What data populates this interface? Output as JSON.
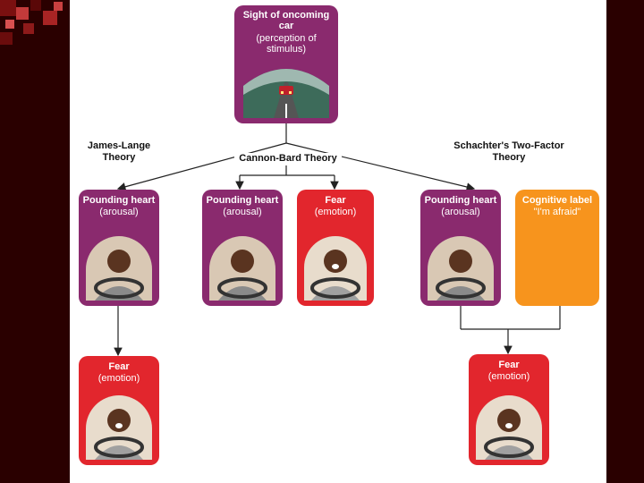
{
  "stimulus": {
    "title": "Sight of oncoming car",
    "subtitle": "(perception of stimulus)"
  },
  "theories": {
    "james_lange": "James-Lange Theory",
    "cannon_bard": "Cannon-Bard Theory",
    "schachter": "Schachter's Two-Factor Theory"
  },
  "boxes": {
    "jl_arousal": {
      "title": "Pounding heart",
      "sub": "(arousal)"
    },
    "cb_arousal": {
      "title": "Pounding heart",
      "sub": "(arousal)"
    },
    "cb_fear": {
      "title": "Fear",
      "sub": "(emotion)"
    },
    "sc_arousal": {
      "title": "Pounding heart",
      "sub": "(arousal)"
    },
    "sc_label": {
      "title": "Cognitive label",
      "sub": "\"I'm afraid\""
    },
    "jl_fear": {
      "title": "Fear",
      "sub": "(emotion)"
    },
    "sc_fear": {
      "title": "Fear",
      "sub": "(emotion)"
    }
  },
  "colors": {
    "arousal": "#8a2a6e",
    "emotion": "#e2262d",
    "cognitive": "#f7941d",
    "background": "#2a0000"
  }
}
